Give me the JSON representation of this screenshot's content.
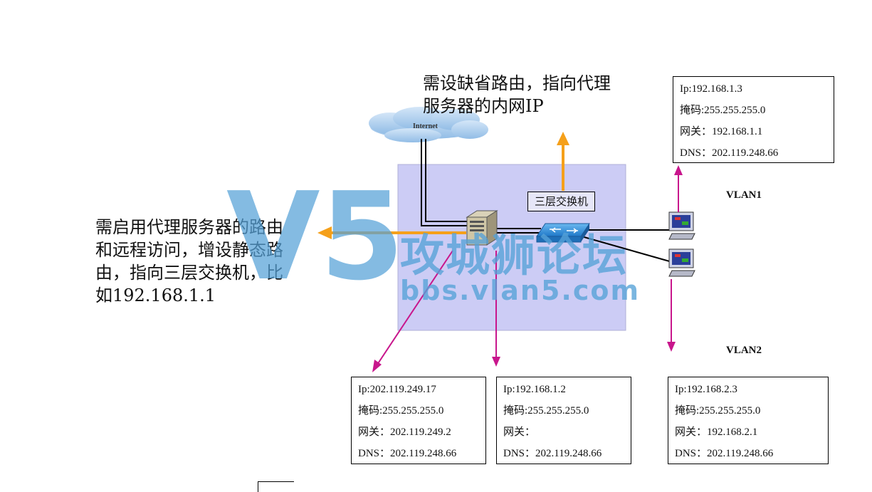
{
  "notes": {
    "top_note": [
      "需设缺省路由，指向代理",
      "服务器的内网IP"
    ],
    "left_note": [
      "需启用代理服务器的路由",
      "和远程访问，增设静态路",
      "由，指向三层交换机，比",
      "如192.168.1.1"
    ]
  },
  "cloud": {
    "label": "Internet"
  },
  "switch": {
    "label": "三层交换机"
  },
  "vlans": {
    "vlan1": "VLAN1",
    "vlan2": "VLAN2"
  },
  "boxes": {
    "vlan1_host": [
      "Ip:192.168.1.3",
      "掩码:255.255.255.0",
      "网关：192.168.1.1",
      "DNS：202.119.248.66"
    ],
    "proxy_external": [
      "Ip:202.119.249.17",
      "掩码:255.255.255.0",
      "网关：202.119.249.2",
      "DNS：202.119.248.66"
    ],
    "proxy_internal": [
      "Ip:192.168.1.2",
      "掩码:255.255.255.0",
      "网关：",
      "DNS：202.119.248.66"
    ],
    "vlan2_host": [
      "Ip:192.168.2.3",
      "掩码:255.255.255.0",
      "网关：192.168.2.1",
      "DNS：202.119.248.66"
    ]
  },
  "watermark": {
    "logo": "V5",
    "chinese": "攻城狮论坛",
    "url": "bbs.vlan5.com"
  },
  "colors": {
    "orange_arrow": "#f5a01a",
    "magenta_arrow": "#c8168c",
    "network_area": "#ccccf5",
    "watermark": "#56a2d8",
    "switch_device": "#2f8fd6"
  }
}
